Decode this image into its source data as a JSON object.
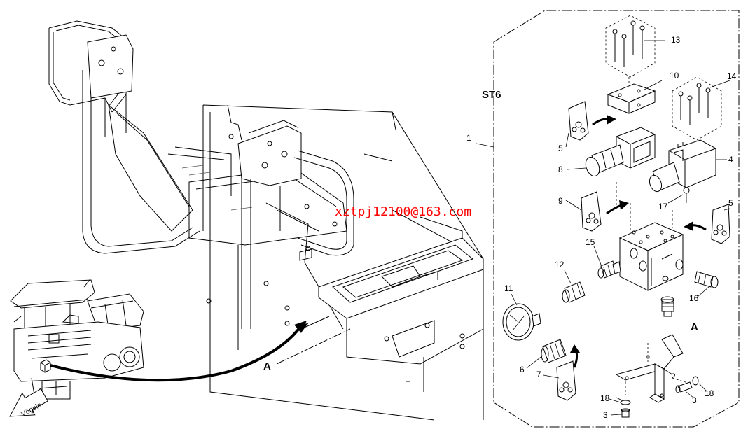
{
  "diagram": {
    "group_label": "ST6",
    "watermark": "xztpj12100@163.com",
    "view_marker": "A",
    "detail_marker": "A",
    "machine_badge": "Vögele",
    "callouts": {
      "c1": "1",
      "c2": "2",
      "c3a": "3",
      "c3b": "3",
      "c4": "4",
      "c5a": "5",
      "c5b": "5",
      "c6": "6",
      "c7": "7",
      "c8": "8",
      "c9": "9",
      "c10": "10",
      "c11": "11",
      "c12": "12",
      "c13": "13",
      "c14": "14",
      "c15": "15",
      "c16": "16",
      "c17": "17",
      "c18a": "18",
      "c18b": "18"
    }
  }
}
